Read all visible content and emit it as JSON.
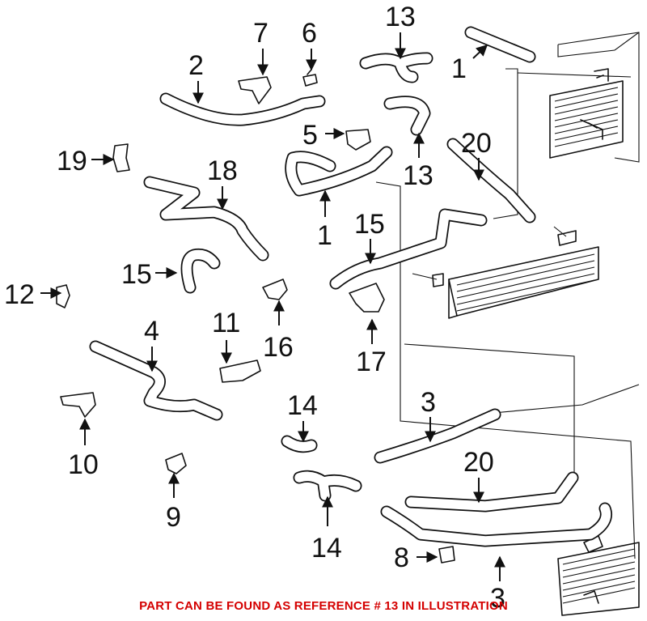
{
  "callouts": {
    "c1a": "1",
    "c1b": "1",
    "c2": "2",
    "c3a": "3",
    "c3b": "3",
    "c4": "4",
    "c5": "5",
    "c6": "6",
    "c7": "7",
    "c8": "8",
    "c9": "9",
    "c10": "10",
    "c11": "11",
    "c12": "12",
    "c13a": "13",
    "c13b": "13",
    "c14a": "14",
    "c14b": "14",
    "c15a": "15",
    "c15b": "15",
    "c16": "16",
    "c17": "17",
    "c18": "18",
    "c19": "19",
    "c20a": "20",
    "c20b": "20"
  },
  "note": "PART CAN BE FOUND AS REFERENCE # 13 IN ILLUSTRATION",
  "colors": {
    "note": "#d40000",
    "line_art": "#111111"
  }
}
